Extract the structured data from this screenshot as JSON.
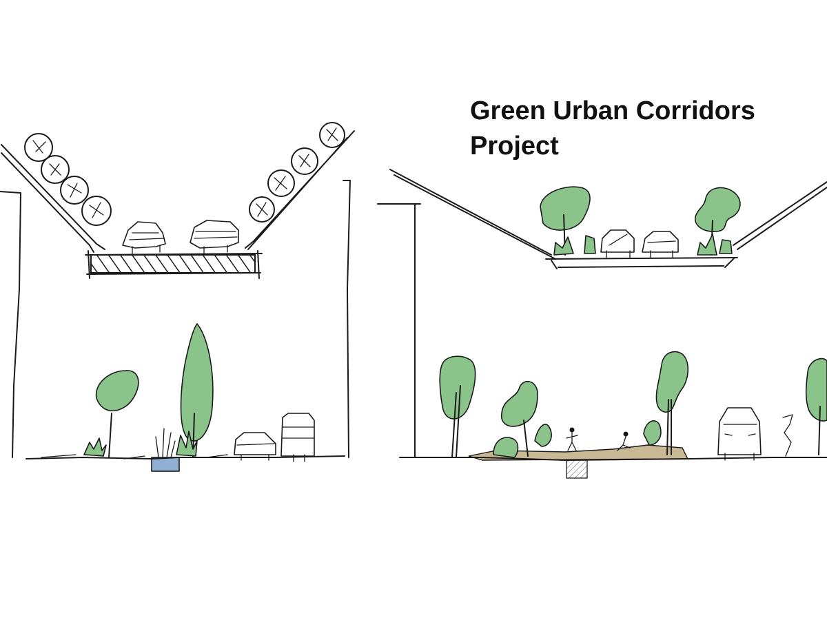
{
  "title": {
    "line1": "Green Urban Corridors",
    "line2": "Project"
  },
  "colors": {
    "foliage": "#8bc48a",
    "water": "#8fb0d2",
    "ground_path": "#c8b894",
    "ink": "#1a1a1a",
    "background": "#ffffff"
  },
  "sketches": [
    {
      "name": "existing-section-sketch"
    },
    {
      "name": "proposed-section-sketch"
    }
  ]
}
